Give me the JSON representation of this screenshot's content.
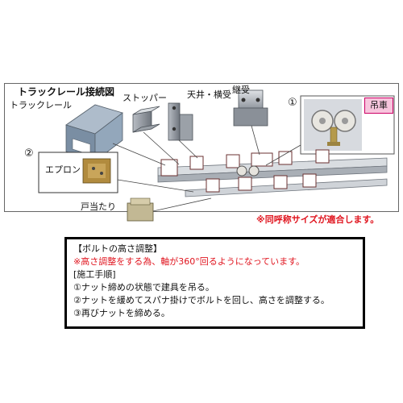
{
  "diagram": {
    "title": "トラックレール接続図",
    "labels": {
      "track_rail": "トラックレール",
      "stopper": "ストッパー",
      "ceiling_side": "天井・横受",
      "joint": "継受",
      "hanging_wheel": "吊車",
      "apron": "エプロン",
      "door_stop": "戸当たり",
      "marker_1": "①",
      "marker_2": "②"
    },
    "note": "※同呼称サイズが適合します。"
  },
  "instructions": {
    "heading": "【ボルトの高さ調整】",
    "warning": "※高さ調整をする為、軸が360°回るようになっています。",
    "steps_heading": "[施工手順]",
    "steps": [
      "①ナット締めの状態で建具を吊る。",
      "②ナットを緩めてスパナ掛けでボルトを回し、高さを調整する。",
      "③再びナットを締める。"
    ]
  },
  "colors": {
    "accent_red": "#e0141e",
    "metal_light": "#c9ccd1",
    "metal_dark": "#7d8289",
    "tag_pink": "#f7c5dd"
  }
}
